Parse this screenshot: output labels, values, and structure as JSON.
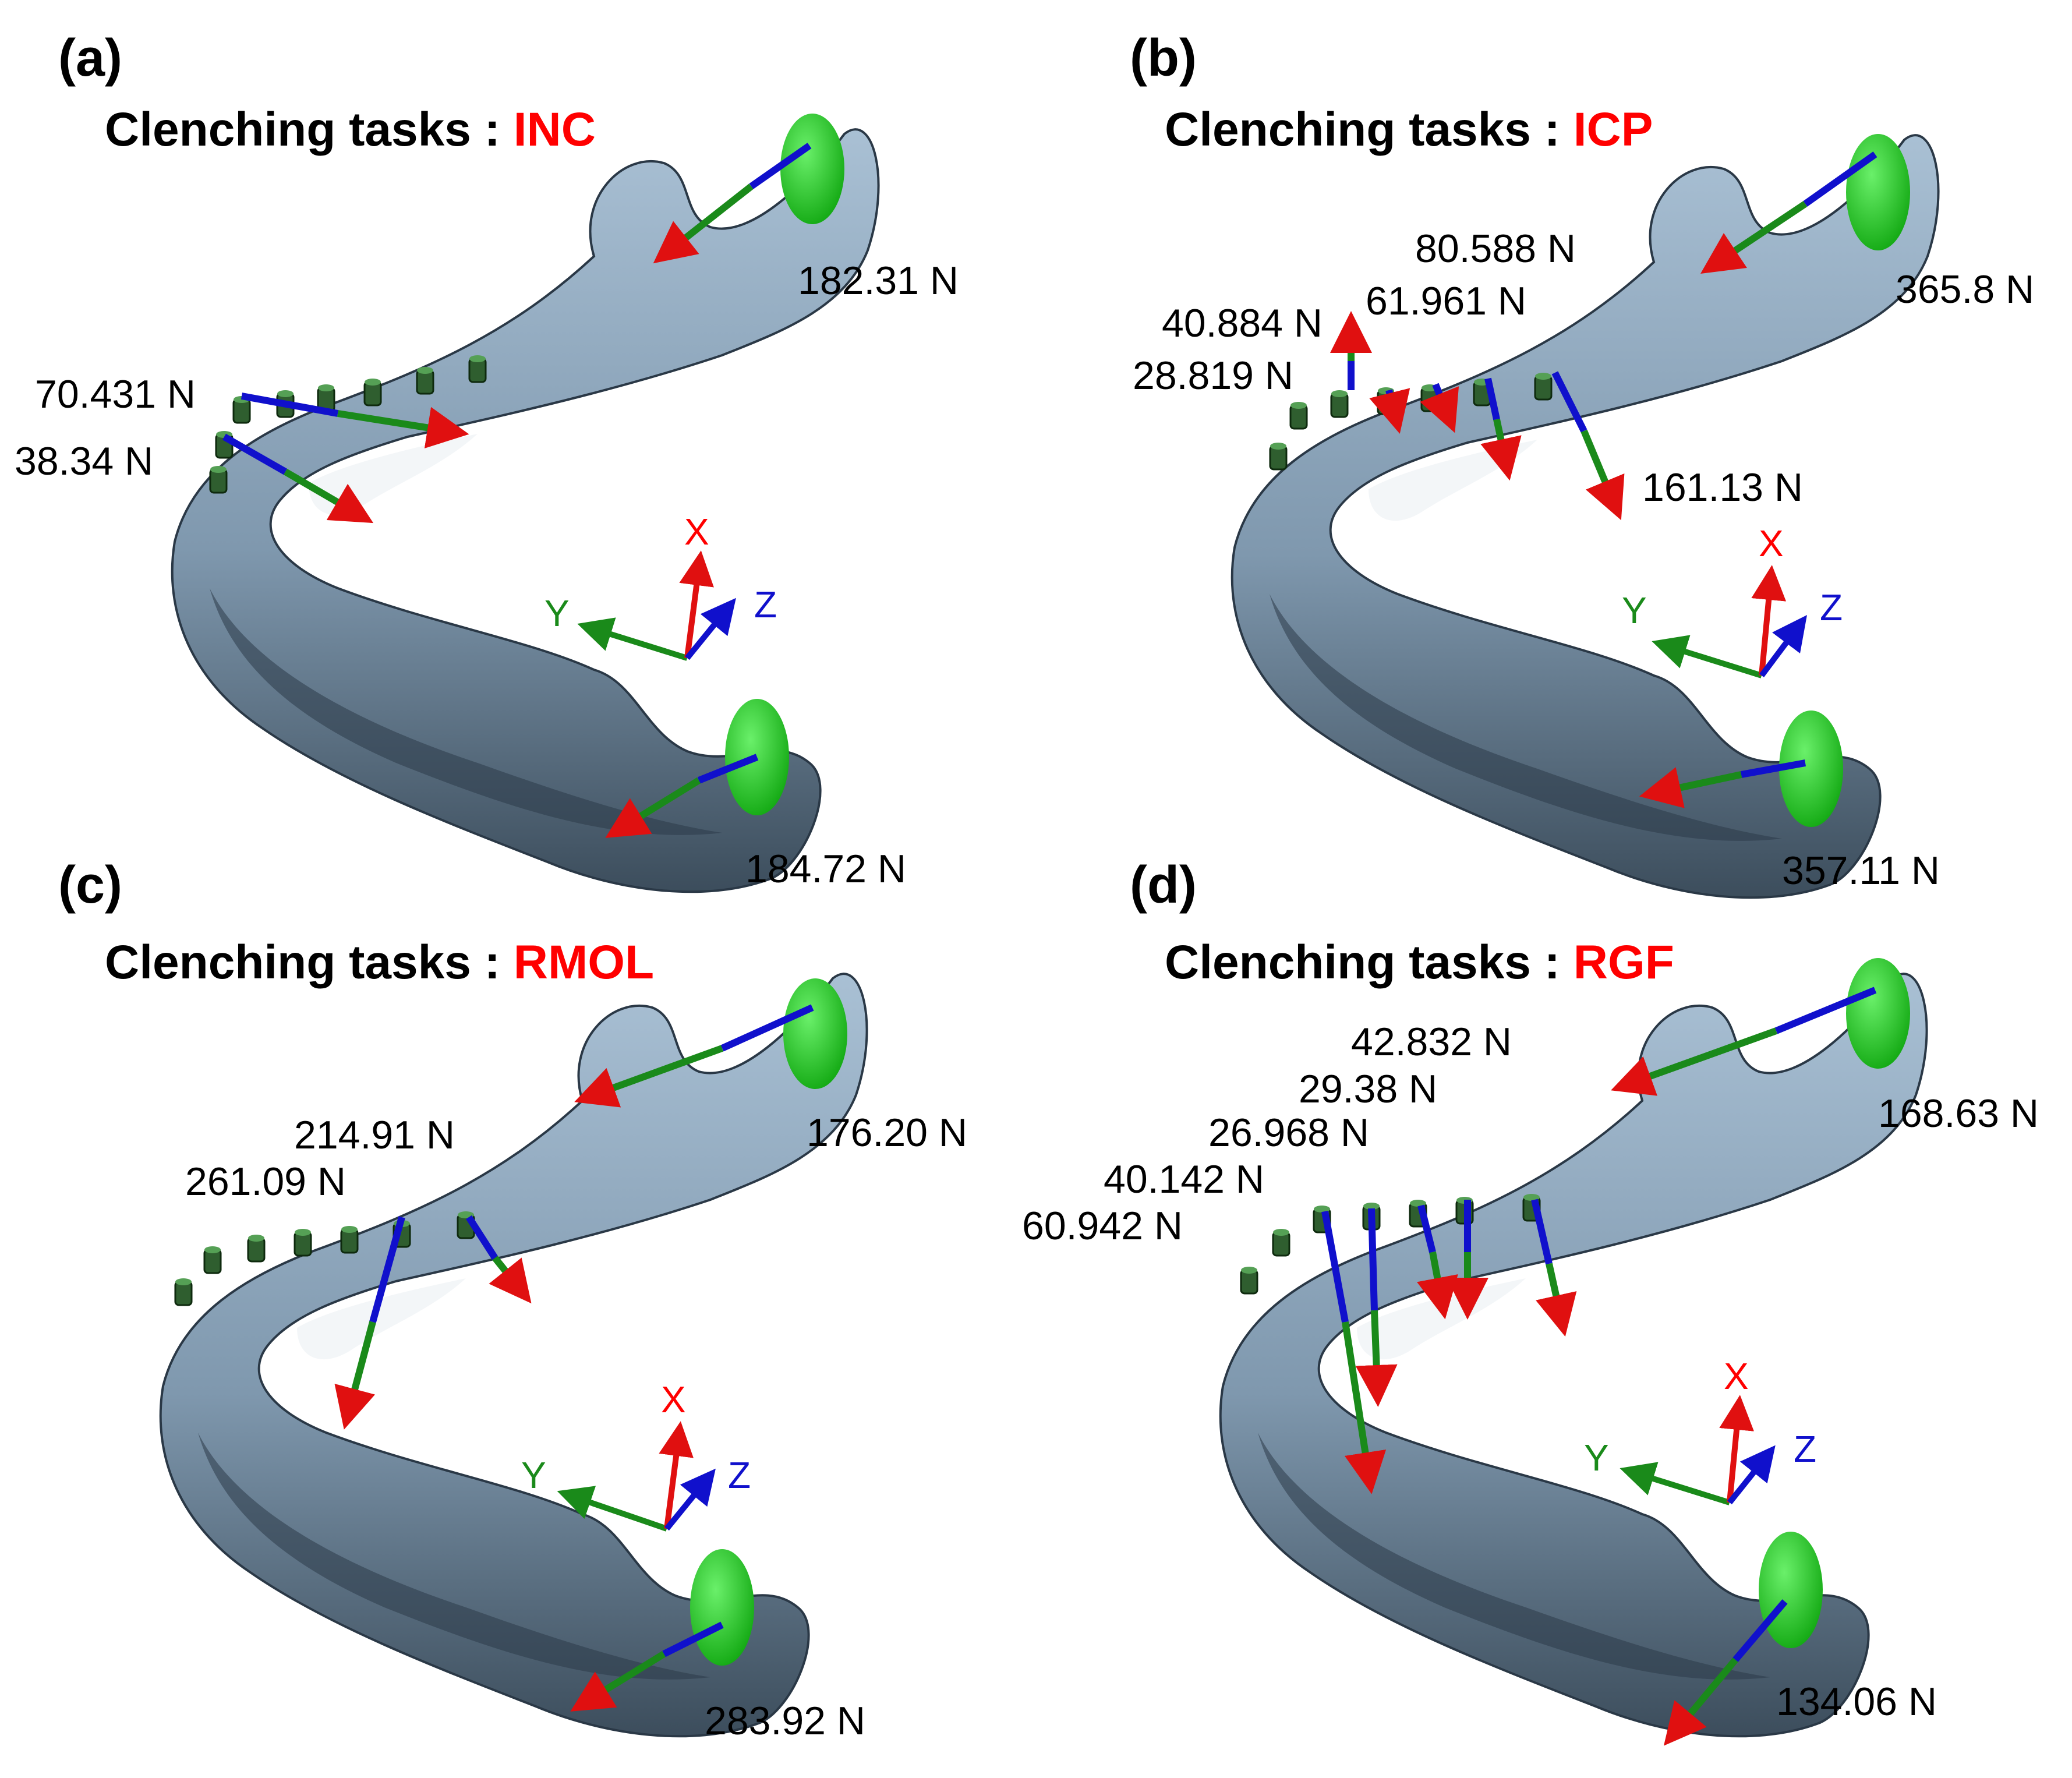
{
  "colors": {
    "bone": "#8ea7bd",
    "bone_shadow": "#2b3a48",
    "condyle": "#1ec81e",
    "task": "#ff0000",
    "axis_x": "#e01010",
    "axis_y": "#1a8a1a",
    "axis_z": "#1010cc"
  },
  "axes_labels": {
    "x": "X",
    "y": "Y",
    "z": "Z"
  },
  "panels": [
    {
      "letter": "(a)",
      "title_prefix": "Clenching tasks : ",
      "task": "INC",
      "forces": [
        "182.31 N",
        "70.431 N",
        "38.34 N",
        "184.72 N"
      ]
    },
    {
      "letter": "(b)",
      "title_prefix": "Clenching tasks : ",
      "task": "ICP",
      "forces": [
        "80.588 N",
        "365.8 N",
        "61.961 N",
        "40.884 N",
        "28.819 N",
        "161.13 N",
        "357.11 N"
      ]
    },
    {
      "letter": "(c)",
      "title_prefix": "Clenching tasks : ",
      "task": "RMOL",
      "forces": [
        "214.91 N",
        "176.20 N",
        "261.09 N",
        "283.92 N"
      ]
    },
    {
      "letter": "(d)",
      "title_prefix": "Clenching tasks : ",
      "task": "RGF",
      "forces": [
        "42.832 N",
        "29.38 N",
        "168.63 N",
        "26.968 N",
        "40.142 N",
        "60.942 N",
        "134.06 N"
      ]
    }
  ]
}
